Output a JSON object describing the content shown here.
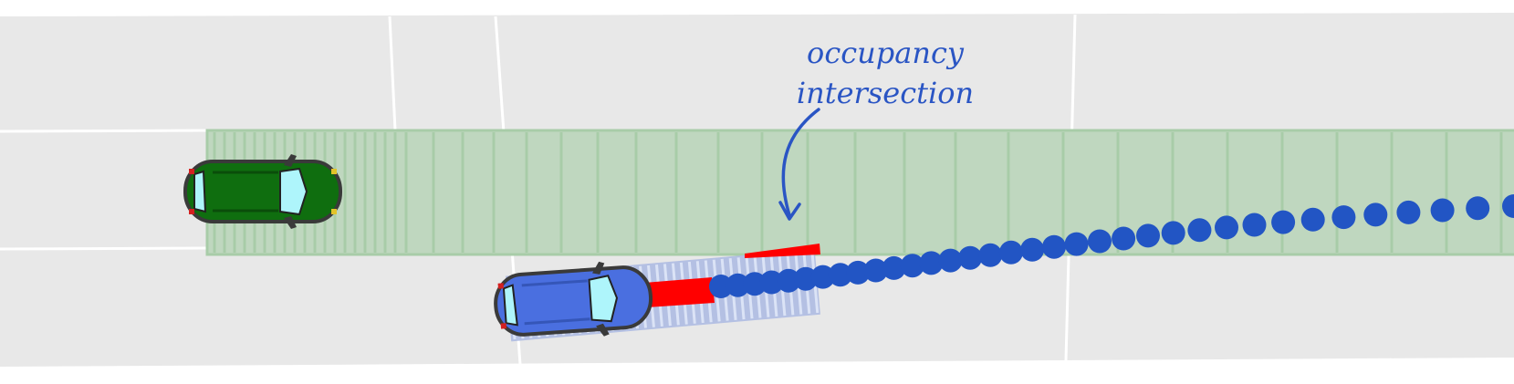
{
  "annotation": {
    "line1": "occupancy",
    "line2": "intersection",
    "color": "#2a55c4"
  },
  "colors": {
    "road": "#e8e8e8",
    "background": "#ffffff",
    "lane_marking": "#ffffff",
    "ego_occupancy": "#bfd7bf",
    "ego_occupancy_edge": "#a8cca8",
    "ego_car": "#0f6e0f",
    "other_occupancy": "#aab8e2",
    "other_car": "#4a6fe0",
    "trajectory": "#2255c4",
    "intersection": "#ff0000",
    "window": "#aef5fb"
  },
  "vehicles": [
    {
      "role": "ego",
      "color": "#0f6e0f"
    },
    {
      "role": "other",
      "color": "#4a6fe0"
    }
  ]
}
